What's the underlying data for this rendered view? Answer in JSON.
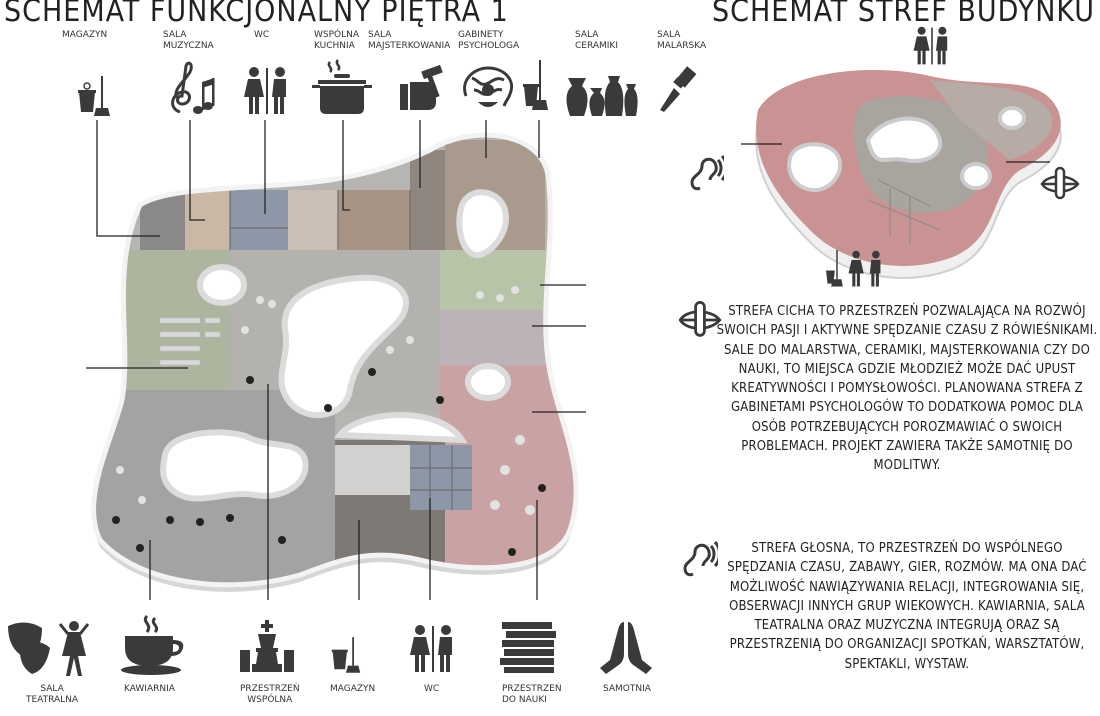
{
  "titles": {
    "left": "SCHEMAT FUNKCJONALNY PIĘTRA 1",
    "right": "SCHEMAT STREF BUDYNKU"
  },
  "top_labels": {
    "magazyn": "MAGAZYN",
    "sala_muzyczna": "SALA\nMUZYCZNA",
    "wc": "WC",
    "wspolna_kuchnia": "WSPÓLNA\nKUCHNIA",
    "sala_majsterkowania": "SALA\nMAJSTERKOWANIA",
    "gabinety_psychologa": "GABINETY\nPSYCHOLOGA",
    "sala_ceramiki": "SALA\nCERAMIKI",
    "sala_malarska": "SALA\nMALARSKA"
  },
  "bottom_labels": {
    "sala_teatralna": "SALA\nTEATRALNA",
    "kawiarnia": "KAWIARNIA",
    "przestrzen_wspolna": "PRZESTRZEŃ\nWSPÓLNA",
    "magazyn": "MAGAZYN",
    "wc": "WC",
    "przestrzen_do_nauki": "PRZESTRZEŃ\nDO NAUKI",
    "samotnia": "SAMOTNIA"
  },
  "zones": {
    "quiet": "STREFA CICHA TO PRZESTRZEŃ POZWALAJĄCA NA ROZWÓJ SWOICH PASJI I AKTYWNE SPĘDZANIE CZASU Z RÓWIEŚNIKAMI. SALE DO MALARSTWA, CERAMIKI, MAJSTERKOWANIA CZY DO NAUKI, TO MIEJSCA GDZIE MŁODZIEŻ MOŻE DAĆ UPUST KREATYWNOŚCI I POMYSŁOWOŚCI. PLANOWANA STREFA Z GABINETAMI PSYCHOLOGÓW TO DODATKOWA POMOC DLA OSÓB POTRZEBUJĄCYCH POROZMAWIAĆ O SWOICH PROBLEMACH. PROJEKT ZAWIERA TAKŻE SAMOTNIĘ DO MODLITWY.",
    "loud": "STREFA GŁOSNA, TO PRZESTRZEŃ DO WSPÓLNEGO SPĘDZANIA CZASU, ZABAWY, GIER, ROZMÓW. MA ONA DAĆ MOŻLIWOŚĆ NAWIĄZYWANIA RELACJI, INTEGROWANIA SIĘ, OBSERWACJI INNYCH GRUP WIEKOWYCH. KAWIARNIA, SALA TEATRALNA ORAZ MUZYCZNA INTEGRUJĄ ORAZ SĄ PRZESTRZENIĄ DO ORGANIZACJI SPOTKAŃ, WARSZTATÓW, SPEKTAKLI, WYSTAW."
  },
  "colors": {
    "icon": "#3a3a3a",
    "zone_pink": "#c9a0a0",
    "zone_grey": "#a9a49e",
    "zone_green": "#b6c3a6",
    "zone_brown": "#b09b8a",
    "zone_blue": "#8e97a8",
    "leader": "#222222"
  }
}
